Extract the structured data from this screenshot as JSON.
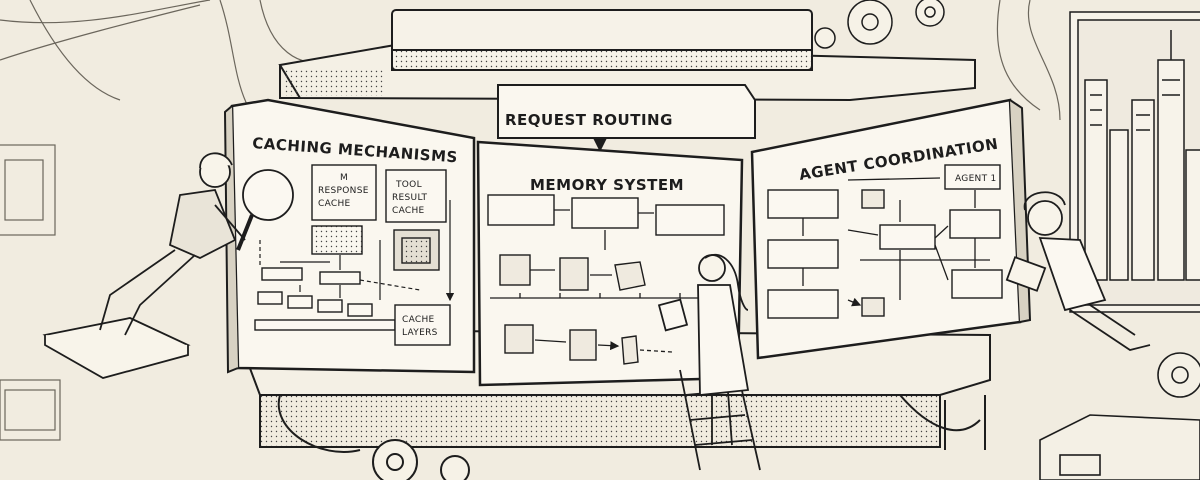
{
  "labels": {
    "request_routing": "REQUEST ROUTING",
    "caching": {
      "title": "CACHING MECHANISMS",
      "llm_response_cache": [
        "M",
        "RESPONSE",
        "CACHE"
      ],
      "tool_result_cache": [
        "TOOL",
        "RESULT",
        "CACHE"
      ],
      "cache_layers": [
        "CACHE",
        "LAYERS"
      ]
    },
    "memory": {
      "title": "MEMORY SYSTEM"
    },
    "agents": {
      "title": "AGENT COORDINATION",
      "agent_1": "AGENT 1"
    }
  },
  "colors": {
    "paper": "#f1ece0",
    "ink": "#1d1d1d",
    "panel": "#faf7ef",
    "shade": "#d8d2c3"
  }
}
